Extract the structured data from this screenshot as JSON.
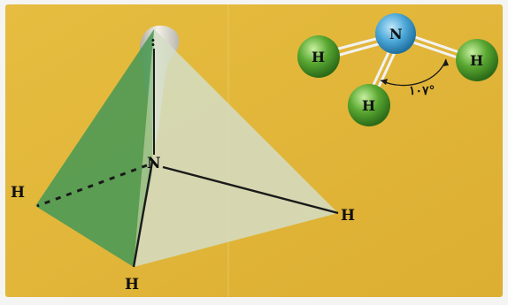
{
  "colors": {
    "background": "#e3b83a",
    "tetra_face_dark": "#4c9a55",
    "tetra_face_light": "#cfdcc2",
    "lone_pair": "#d9d9d6",
    "nitrogen_atom": "#4aa6d6",
    "hydrogen_atom": "#4f9c2c",
    "bond": "#e8e8e8"
  },
  "tetrahedral_model": {
    "central_atom": "N",
    "hydrogen_labels": [
      "H",
      "H",
      "H"
    ],
    "lone_pair_symbol": ":"
  },
  "ball_stick_model": {
    "central_atom": "N",
    "hydrogen_labels": [
      "H",
      "H",
      "H"
    ],
    "bond_angle_label": "۱۰۷°"
  }
}
